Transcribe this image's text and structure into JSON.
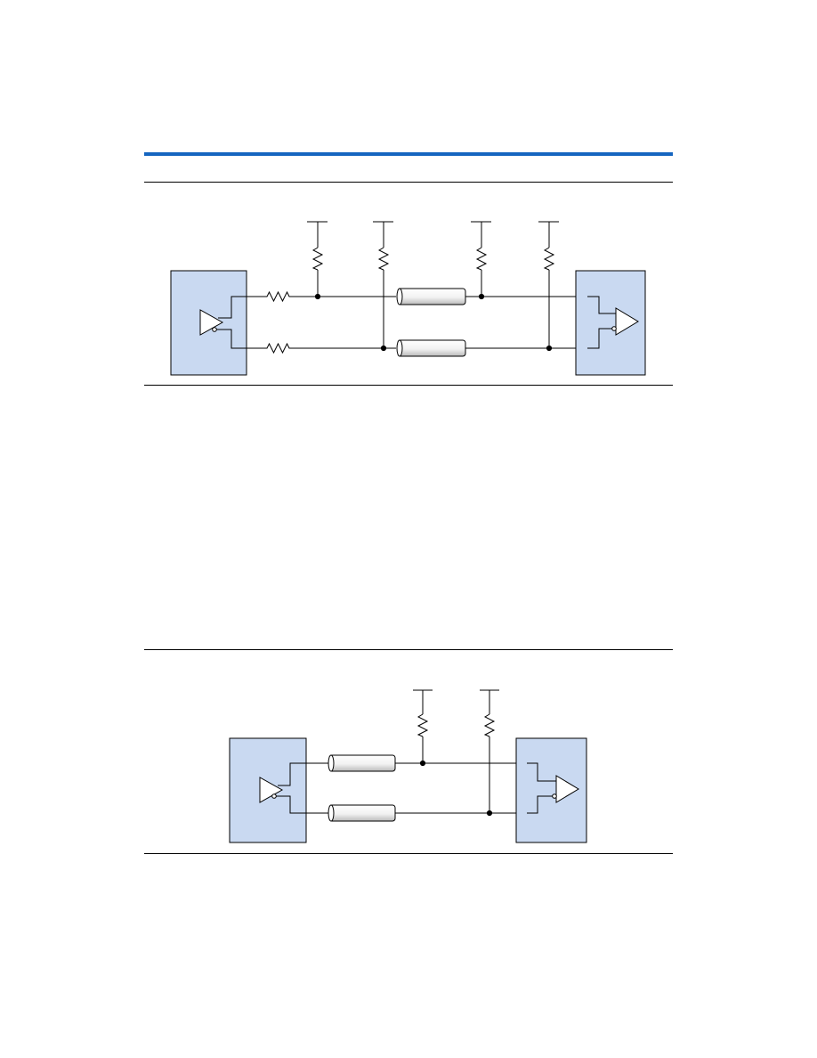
{
  "colors": {
    "accent": "#1565c0",
    "device_fill": "#c9d9f1",
    "ink": "#000000",
    "background": "#ffffff"
  },
  "diagrams": [
    {
      "id": "series-resistor-network",
      "devices": [
        "transmitter",
        "receiver"
      ],
      "series_resistors": 2,
      "pull_up_resistors": 4,
      "transmission_lines": 2
    },
    {
      "id": "direct-network",
      "devices": [
        "transmitter",
        "receiver"
      ],
      "series_resistors": 0,
      "pull_up_resistors": 2,
      "transmission_lines": 2
    }
  ]
}
